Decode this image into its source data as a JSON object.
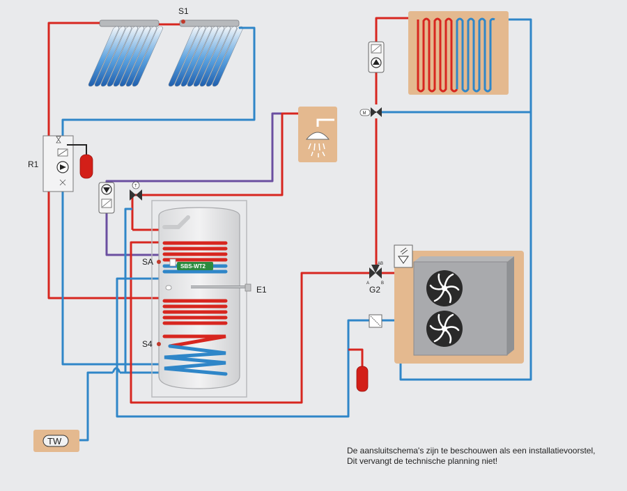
{
  "labels": {
    "collector_sensor": "S1",
    "solar_station": "R1",
    "tank_sensor_a": "SA",
    "tank_sensor_4": "S4",
    "tank_model": "SBS-WT2",
    "heater": "E1",
    "valve": "G2",
    "valve_port_ab": "AB",
    "valve_port_a": "A",
    "valve_port_b": "B",
    "tap_water": "TW",
    "motor_valve_marker": "M",
    "thermostat_marker": "T"
  },
  "note": {
    "line1": "De aansluitschema's zijn te beschouwen als een installatievoorstel,",
    "line2": "Dit vervangt de technische planning niet!"
  },
  "colors": {
    "background": "#e9eaec",
    "hot_pipe": "#d7261f",
    "cold_pipe": "#2f86c8",
    "circulation_pipe": "#6a4fa0",
    "component_panel": "#e4b98f",
    "badge": "#2b8a3e"
  }
}
